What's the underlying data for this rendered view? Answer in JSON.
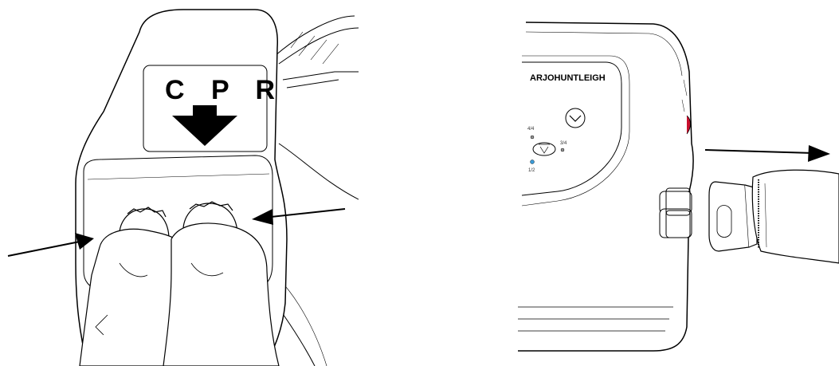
{
  "left": {
    "label_text": "C P R"
  },
  "right": {
    "brand_text": "ARJOHUNTLEIGH",
    "level_top": "4/4",
    "level_right": "3/4",
    "level_bottom": "1/2"
  },
  "colors": {
    "line": "#000000",
    "fill": "#ffffff",
    "red_led": "#c8102e",
    "blue_led": "#3a9bd8"
  }
}
